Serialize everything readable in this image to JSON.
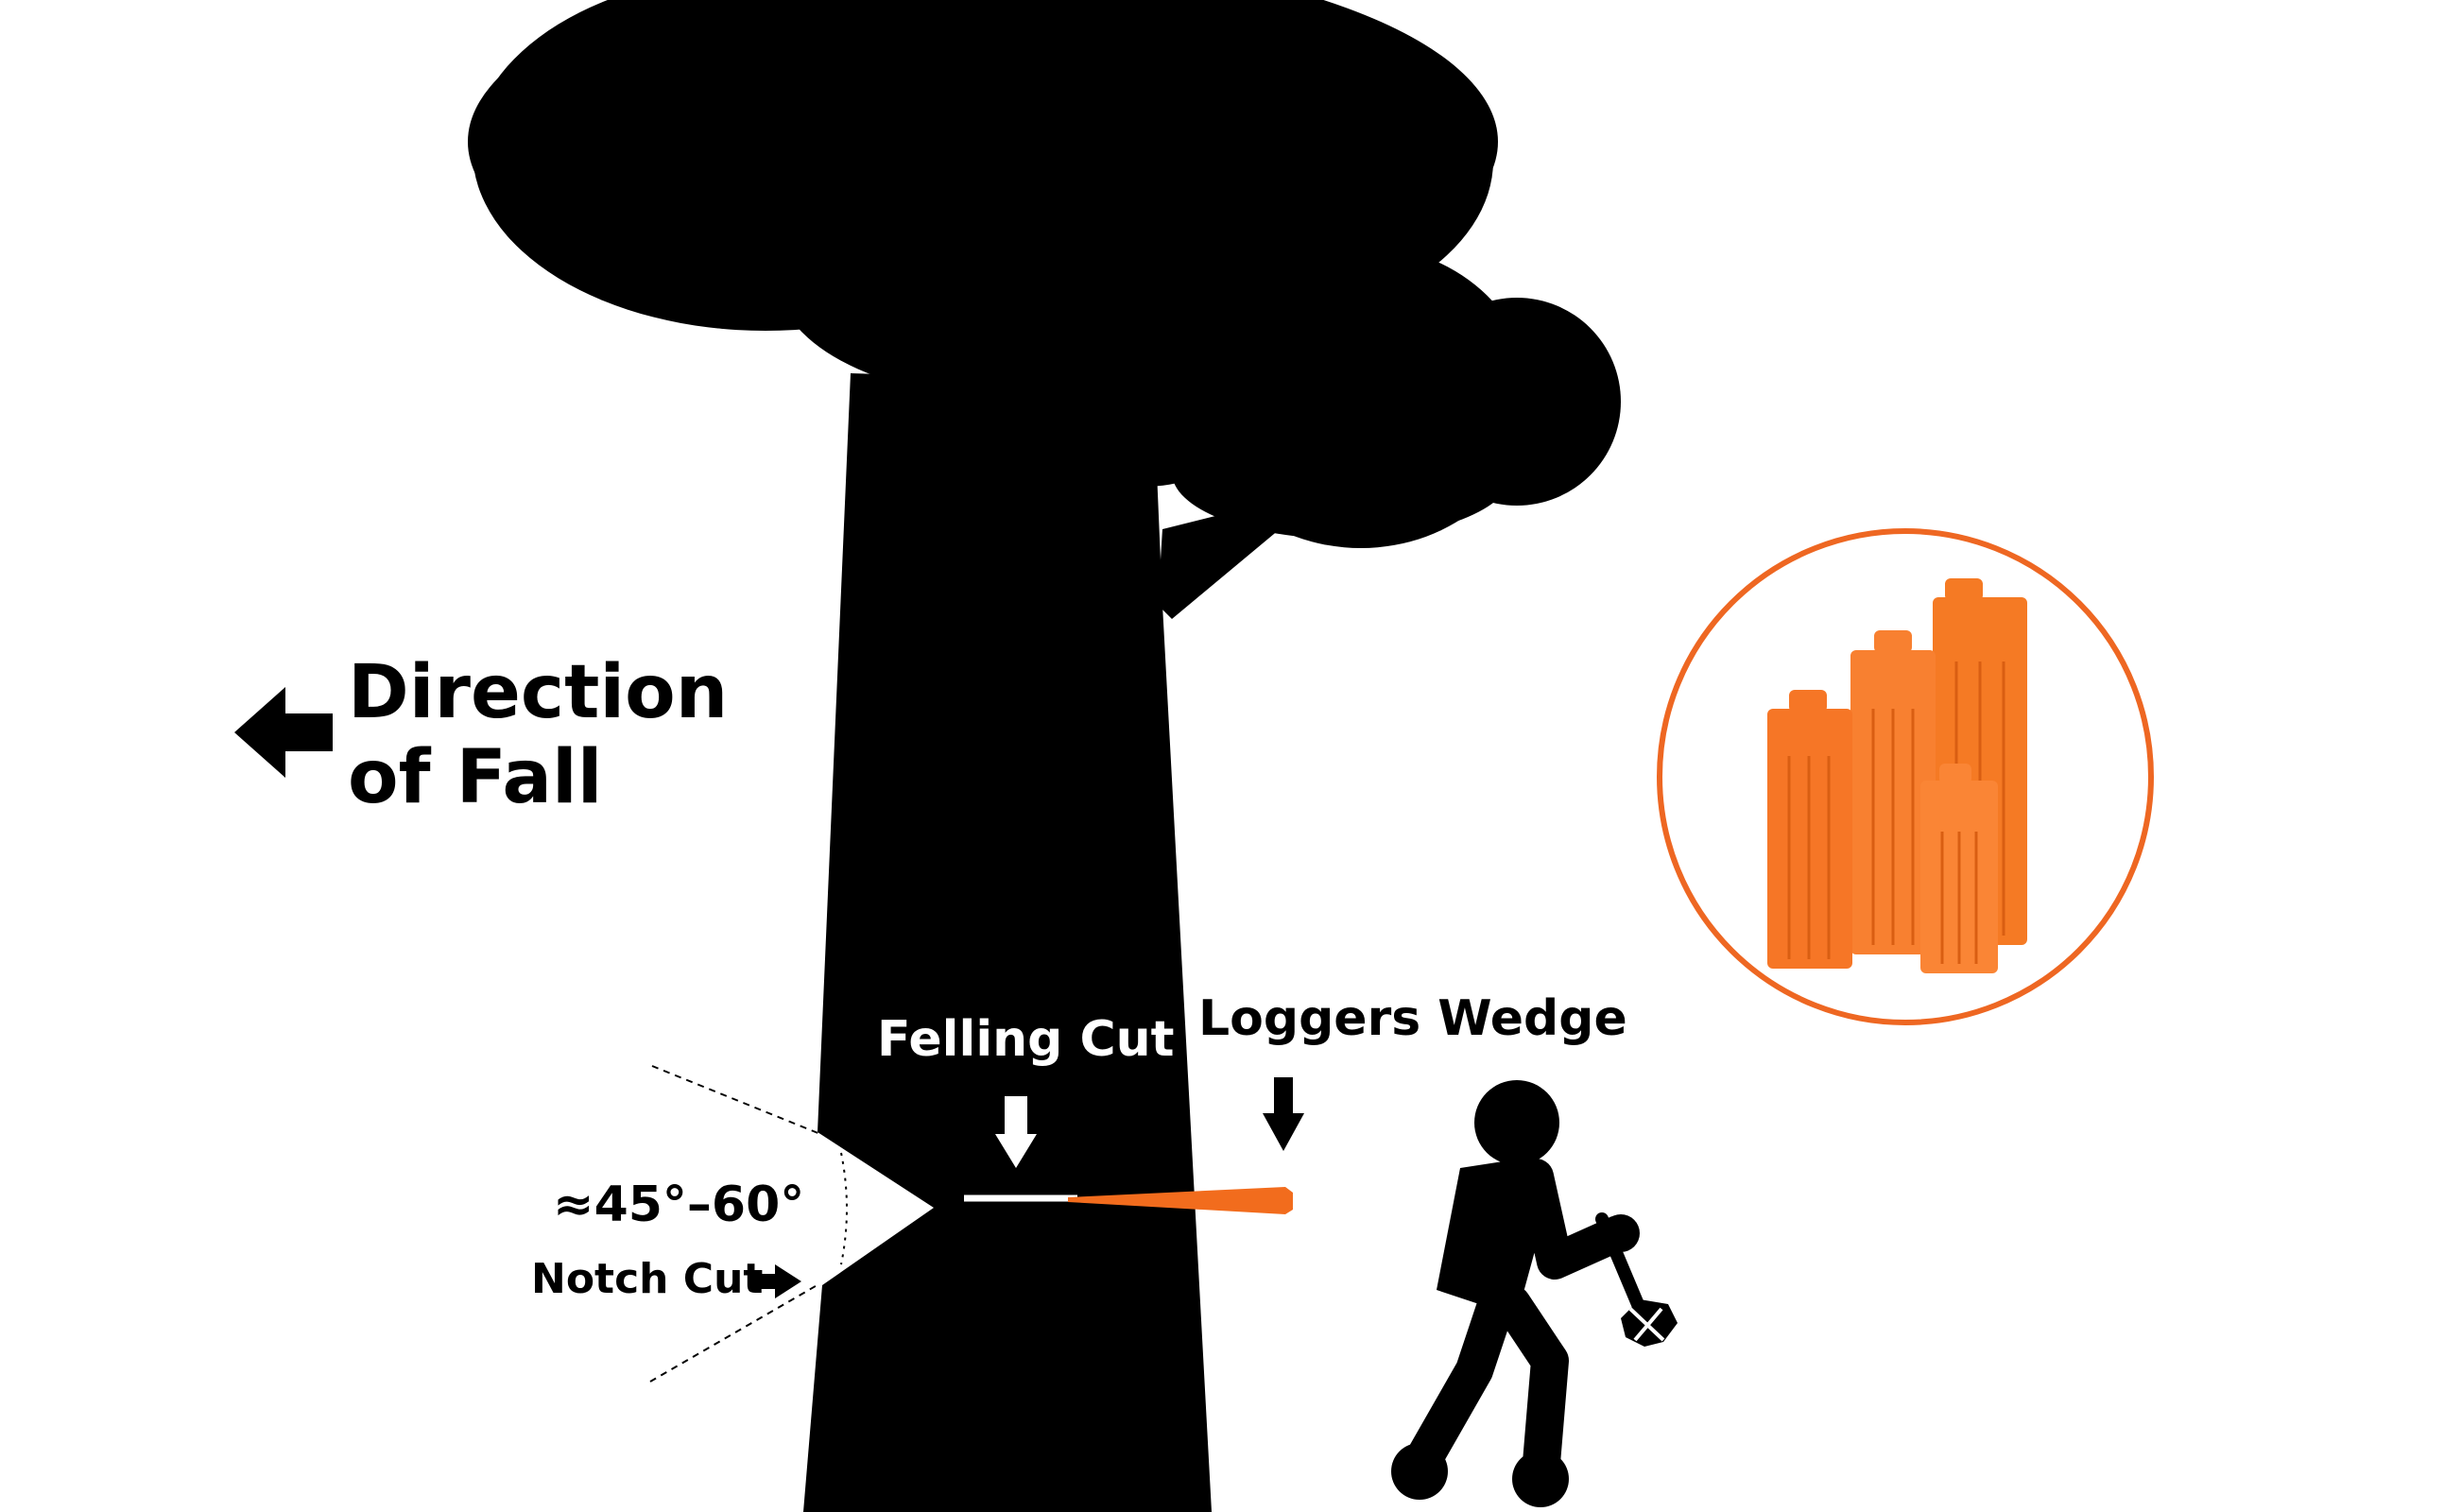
{
  "labels": {
    "direction_line1": "Direction",
    "direction_line2": "of Fall",
    "felling_cut": "Felling Cut",
    "loggers_wedge": "Loggers Wedge",
    "angle": "≈45°–60°",
    "notch_cut": "Notch Cut"
  },
  "colors": {
    "silhouette": "#000000",
    "background": "#ffffff",
    "wedge_orange": "#f26c1d",
    "product_orange": "#f57a24",
    "circle_outline": "#ee6722"
  },
  "icons": {
    "direction_arrow": "left-arrow-icon",
    "notch_arrow": "right-arrow-icon",
    "felling_arrow": "down-arrow-icon",
    "wedge_arrow": "down-arrow-icon",
    "worker": "person-with-hammer-icon",
    "product": "felling-wedges-product-icon"
  }
}
